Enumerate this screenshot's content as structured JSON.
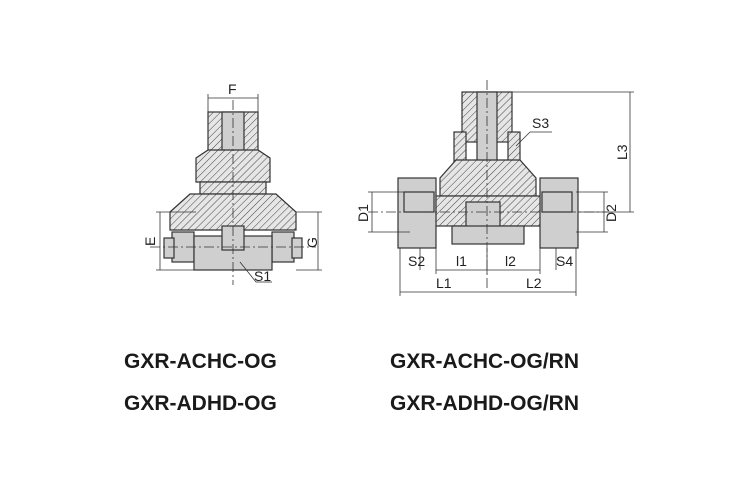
{
  "left_drawing": {
    "labels": {
      "F": "F",
      "E": "E",
      "G": "G",
      "S1": "S1"
    }
  },
  "right_drawing": {
    "labels": {
      "S3": "S3",
      "L3": "L3",
      "D1": "D1",
      "D2": "D2",
      "S2": "S2",
      "I1": "l1",
      "I2": "l2",
      "S4": "S4",
      "L1": "L1",
      "L2": "L2"
    }
  },
  "codes": {
    "left": [
      "GXR-ACHC-OG",
      "GXR-ADHD-OG"
    ],
    "right": [
      "GXR-ACHC-OG/RN",
      "GXR-ADHD-OG/RN"
    ]
  }
}
